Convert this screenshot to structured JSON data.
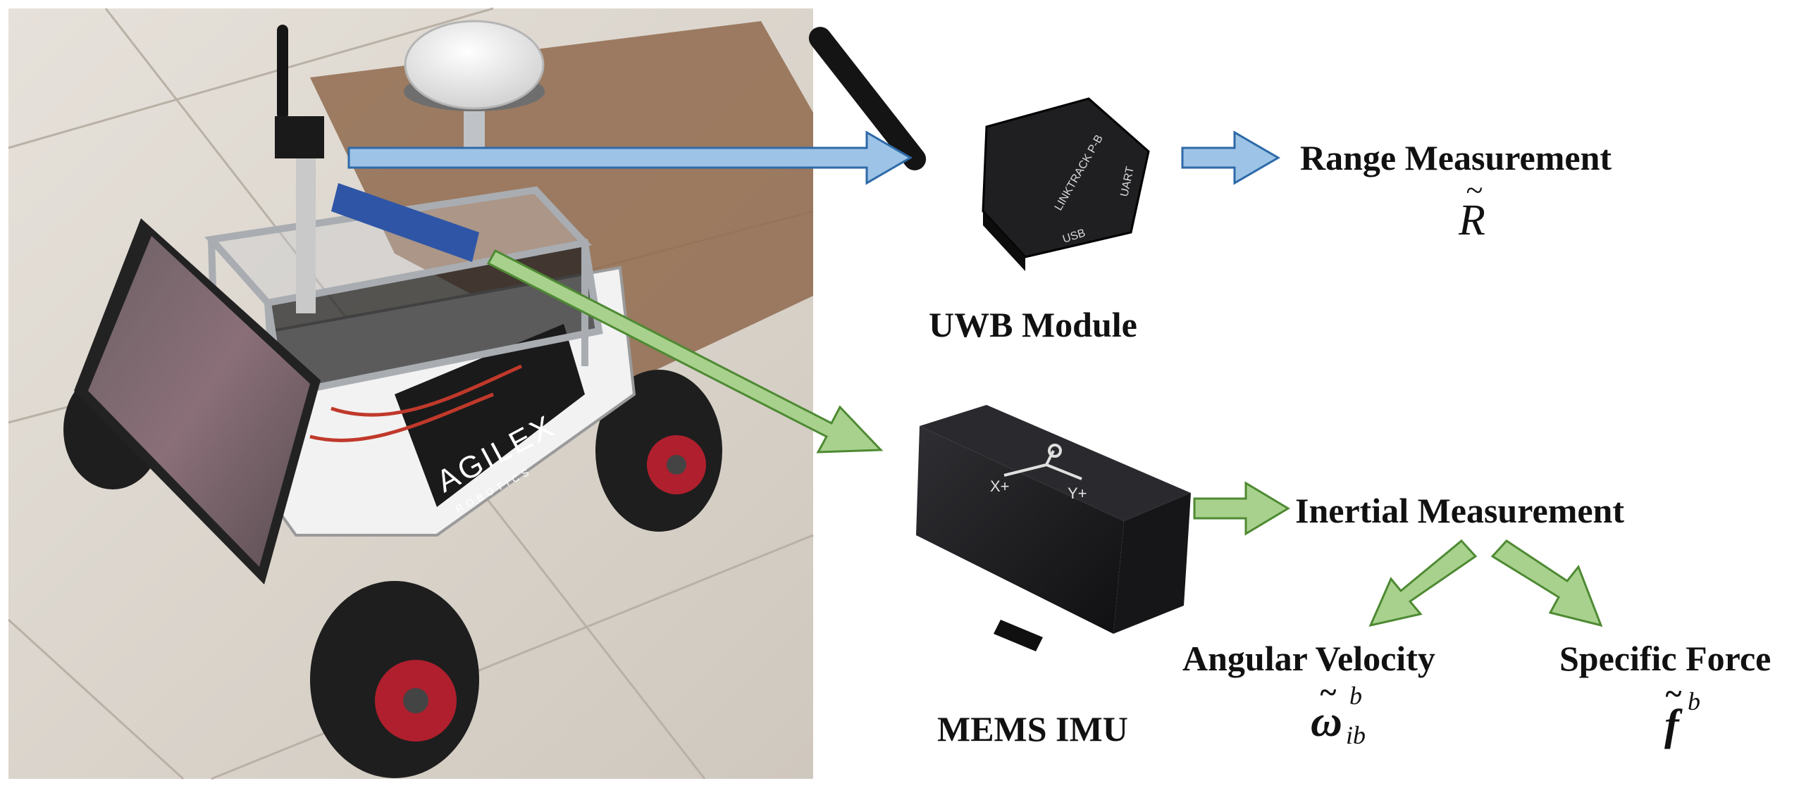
{
  "figure": {
    "uwb_module_label": "UWB Module",
    "imu_label": "MEMS IMU",
    "range_measurement_label": "Range Measurement",
    "range_symbol": "R",
    "range_symbol_accent": "~",
    "inertial_measurement_label": "Inertial Measurement",
    "angular_velocity_label": "Angular Velocity",
    "angular_velocity_symbol": "ω",
    "angular_velocity_accent": "~",
    "angular_velocity_superscript": "b",
    "angular_velocity_subscript": "ib",
    "specific_force_label": "Specific Force",
    "specific_force_symbol": "f",
    "specific_force_accent": "~",
    "specific_force_superscript": "b"
  },
  "device_markings": {
    "robot_brand": "AGILEX",
    "robot_brand_sub": "ROBOTICS",
    "uwb_text": "LINKTRACK P-B",
    "uwb_port_1": "UART",
    "uwb_port_2": "USB",
    "imu_axis_x": "X+",
    "imu_axis_y": "Y+"
  },
  "colors": {
    "blue_arrow_fill": "#9dc3e6",
    "blue_arrow_stroke": "#2e6aa8",
    "green_arrow_fill": "#a9d18e",
    "green_arrow_stroke": "#4e8a33",
    "text": "#111111",
    "photo_floor": "#d9d2c8",
    "device_body": "#1c1c1e"
  }
}
